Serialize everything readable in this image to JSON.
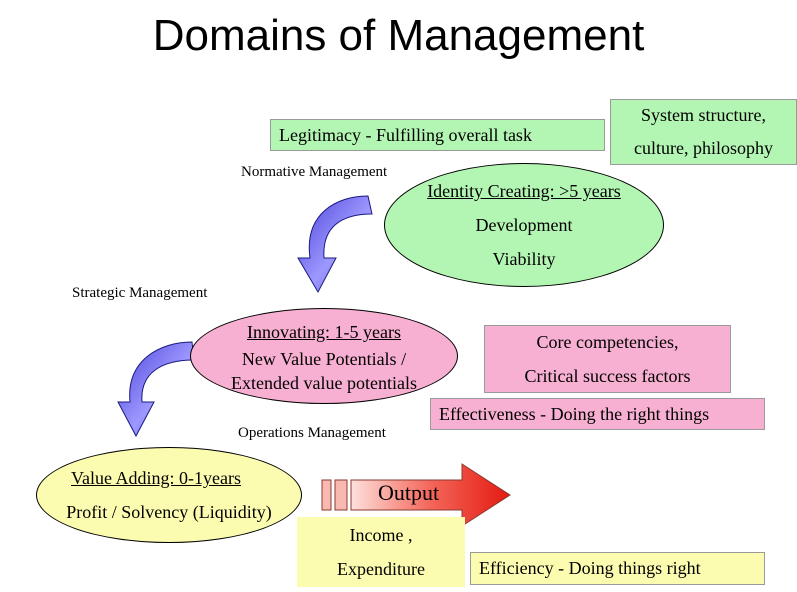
{
  "title": "Domains of Management",
  "boxes": {
    "legitimacy": "Legitimacy - Fulfilling overall task",
    "system": [
      "System structure,",
      "culture, philosophy"
    ],
    "core": [
      "Core competencies,",
      "Critical success factors"
    ],
    "effectiveness": "Effectiveness - Doing the right things",
    "income": [
      "Income ,",
      "Expenditure"
    ],
    "efficiency": "Efficiency - Doing things right"
  },
  "labels": {
    "normative": "Normative Management",
    "strategic": "Strategic Management",
    "operations": "Operations Management"
  },
  "ellipses": {
    "normative": {
      "heading": "Identity Creating: >5 years",
      "lines": [
        "Development",
        "Viability"
      ]
    },
    "strategic": {
      "heading": "Innovating: 1-5 years",
      "lines": [
        "New Value Potentials /",
        "Extended value potentials"
      ]
    },
    "operations": {
      "heading": "Value Adding: 0-1years",
      "lines": [
        "Profit / Solvency (Liquidity)"
      ]
    }
  },
  "output_label": "Output",
  "colors": {
    "green": "#b3f5b3",
    "pink": "#f7b0d2",
    "yellow": "#fcfcb0",
    "arrow_blue": "#7a72f0",
    "output_red": "#e8201a"
  }
}
